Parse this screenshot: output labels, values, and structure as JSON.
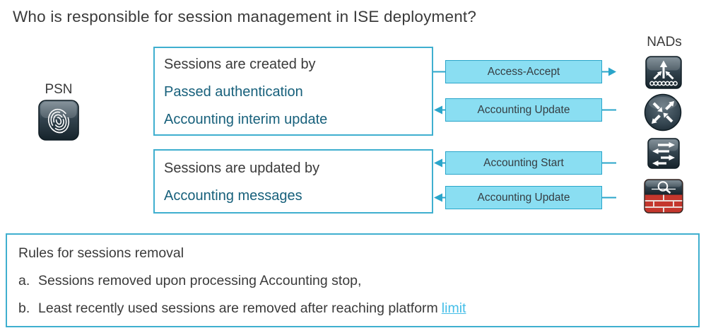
{
  "title": "Who is responsible for session management in ISE deployment?",
  "psn": {
    "label": "PSN",
    "icon": "fingerprint"
  },
  "session_boxes": {
    "created": {
      "heading": "Sessions are created by",
      "items": [
        "Passed authentication",
        "Accounting interim update"
      ]
    },
    "updated": {
      "heading": "Sessions are updated by",
      "items": [
        "Accounting messages"
      ]
    }
  },
  "flows": [
    {
      "label": "Access-Accept",
      "direction": "to-nads"
    },
    {
      "label": "Accounting Update",
      "direction": "to-psn"
    },
    {
      "label": "Accounting Start",
      "direction": "to-psn"
    },
    {
      "label": "Accounting Update",
      "direction": "to-psn"
    }
  ],
  "nads": {
    "label": "NADs",
    "devices": [
      "wireless-controller",
      "router",
      "switch",
      "firewall"
    ]
  },
  "rules": {
    "heading": "Rules for sessions removal",
    "items": [
      {
        "prefix": "a.",
        "text": "Sessions removed upon processing Accounting stop,"
      },
      {
        "prefix": "b.",
        "text": "Least recently used sessions are removed after reaching platform",
        "link": "limit"
      }
    ]
  },
  "colors": {
    "box_border": "#3fafcf",
    "flow_fill": "#8adef2",
    "flow_border": "#2aa5ca",
    "teal_text": "#17607b",
    "link": "#44bee8",
    "dark_text": "#3a3a3a"
  }
}
